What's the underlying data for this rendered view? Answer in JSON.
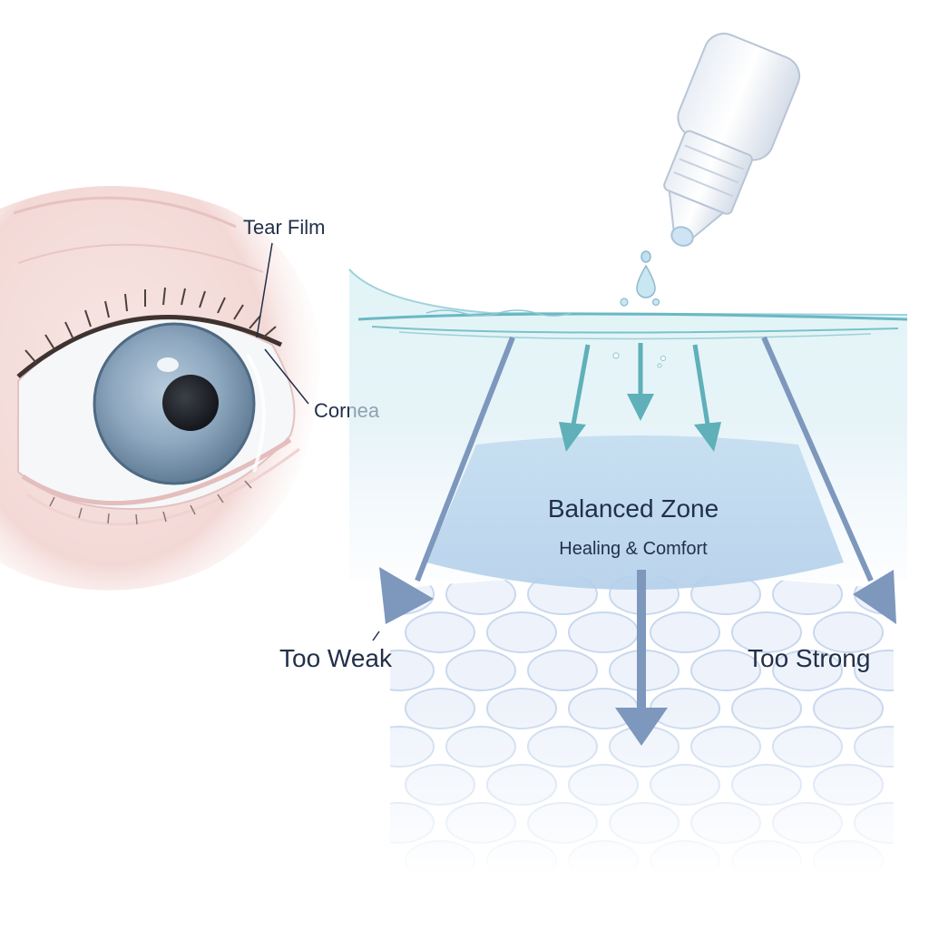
{
  "labels": {
    "tear_film": "Tear Film",
    "cornea": "Cornea",
    "zone_title": "Balanced Zone",
    "zone_subtitle": "Healing & Comfort",
    "too_weak": "Too Weak",
    "too_strong": "Too Strong"
  },
  "colors": {
    "text": "#22304a",
    "iris": "#7f9cb4",
    "tear_arrow": "#5fb0b8",
    "side_arrow": "#7d97bd",
    "zone_band": "#b9d6ee",
    "cells": "#c9d8ee"
  },
  "icons": {
    "dropper": "eye-dropper-icon",
    "drop": "water-drop-icon",
    "eye": "eye-illustration"
  }
}
